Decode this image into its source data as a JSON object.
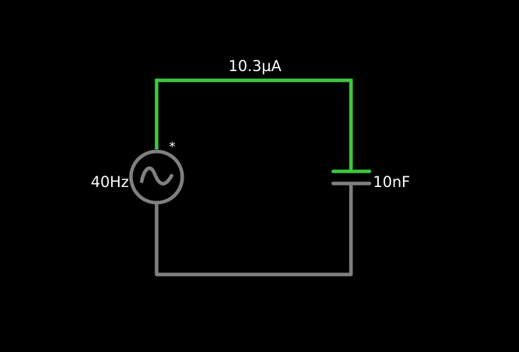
{
  "circuit": {
    "current_label": "10.3µA",
    "source": {
      "type": "AC voltage source",
      "frequency_label": "40Hz",
      "marker": "*"
    },
    "capacitor": {
      "type": "capacitor",
      "value_label": "10nF"
    },
    "colors": {
      "background": "#000000",
      "active_wire": "#3ec63e",
      "inactive_wire": "#808080",
      "text": "#ffffff"
    }
  }
}
